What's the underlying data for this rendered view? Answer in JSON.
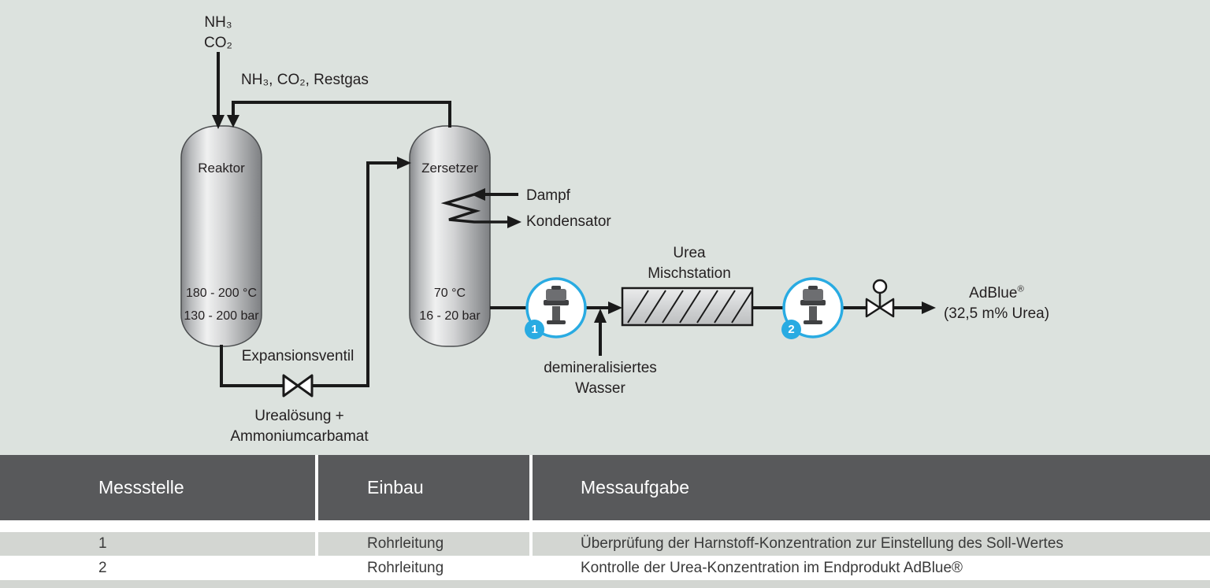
{
  "diagram": {
    "feed": {
      "line1": "NH₃",
      "line2": "CO₂"
    },
    "recycle_label": "NH₃, CO₂, Restgas",
    "reactor": {
      "name": "Reaktor",
      "temperature": "180 - 200 °C",
      "pressure": "130 - 200 bar"
    },
    "decomposer": {
      "name": "Zersetzer",
      "temperature": "70 °C",
      "pressure": "16 - 20 bar"
    },
    "steam_label": "Dampf",
    "condenser_label": "Kondensator",
    "expansion_valve_label": "Expansionsventil",
    "expansion_outlet": {
      "line1": "Urealösung +",
      "line2": "Ammoniumcarbamat"
    },
    "demin_water": {
      "line1": "demineralisiertes",
      "line2": "Wasser"
    },
    "mixer": {
      "line1": "Urea",
      "line2": "Mischstation"
    },
    "product": {
      "name": "AdBlue",
      "reg": "®",
      "concentration": "(32,5 m% Urea)"
    },
    "measuring_points": {
      "point1": "1",
      "point2": "2"
    },
    "accent_color": "#29abe2"
  },
  "table": {
    "headers": [
      "Messstelle",
      "Einbau",
      "Messaufgabe"
    ],
    "rows": [
      {
        "messstelle": "1",
        "einbau": "Rohrleitung",
        "messaufgabe": "Überprüfung der Harnstoff-Konzentration zur Einstellung des Soll-Wertes"
      },
      {
        "messstelle": "2",
        "einbau": "Rohrleitung",
        "messaufgabe": "Kontrolle der Urea-Konzentration im Endprodukt AdBlue®"
      }
    ]
  }
}
